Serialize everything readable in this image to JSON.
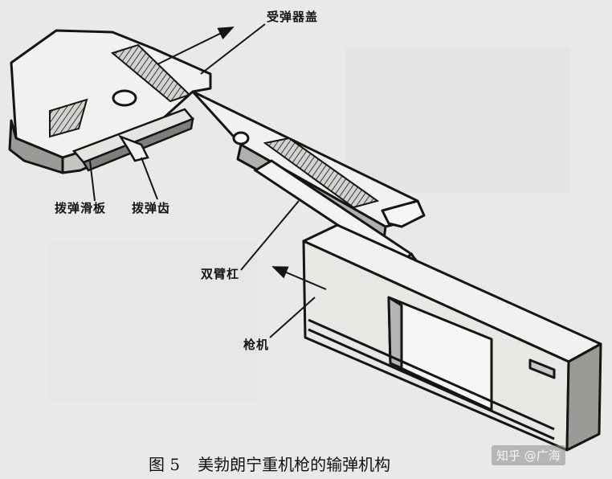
{
  "labels": {
    "receiver_cover": "受弹器盖",
    "extractor_slide": "拨弹滑板",
    "feed_pawl": "拨弹齿",
    "double_arm_lever": "双臂杠",
    "bolt": "枪机"
  },
  "caption": {
    "figure_number": "图 5",
    "title": "美勃朗宁重机枪的输弹机构"
  },
  "watermark": "知乎 @广海",
  "colors": {
    "background": "#e9e9e7",
    "ink": "#151515",
    "shade": "#8a8a86"
  }
}
